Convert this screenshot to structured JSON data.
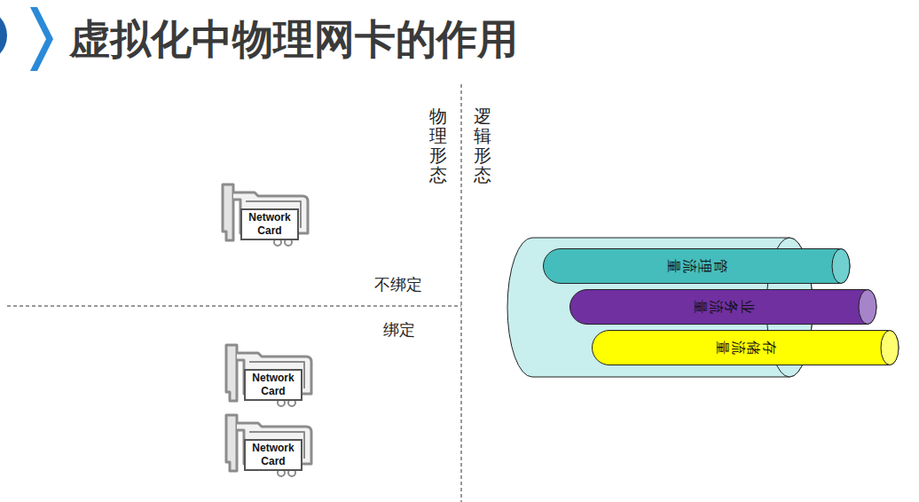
{
  "diagram": {
    "title": "虚拟化中物理网卡的作用",
    "nodes": [
      {
        "text": [
          "Network Card"
        ]
      },
      {
        "text": [
          "Network Card"
        ]
      },
      {
        "text": [
          "Network Card"
        ]
      },
      {
        "text": [
          "管理流量"
        ]
      },
      {
        "text": [
          "业务流量"
        ]
      },
      {
        "text": [
          "存储流量"
        ]
      }
    ],
    "labels": [
      "物理形态",
      "逻辑形态",
      "不绑定",
      "绑定"
    ]
  }
}
